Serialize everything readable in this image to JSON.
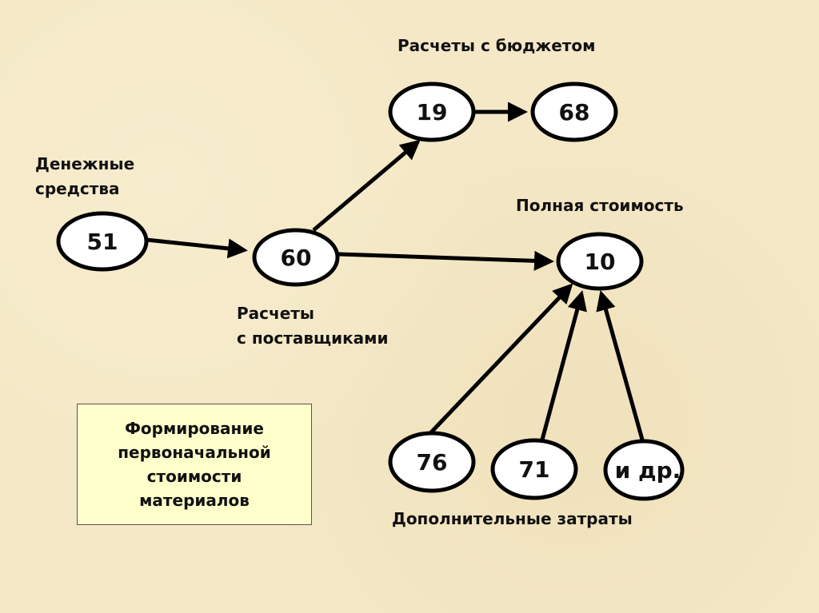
{
  "labels": {
    "budget": "Расчеты с бюджетом",
    "cash_line1": "Денежные",
    "cash_line2": "средства",
    "full_cost": "Полная стоимость",
    "suppliers_line1": "Расчеты",
    "suppliers_line2": "с поставщиками",
    "extra_costs": "Дополнительные затраты"
  },
  "box": {
    "lines": [
      "Формирование",
      "первоначальной",
      "стоимости",
      "материалов"
    ]
  },
  "nodes": {
    "n51": "51",
    "n60": "60",
    "n19": "19",
    "n68": "68",
    "n10": "10",
    "n76": "76",
    "n71": "71",
    "other": "и др."
  }
}
